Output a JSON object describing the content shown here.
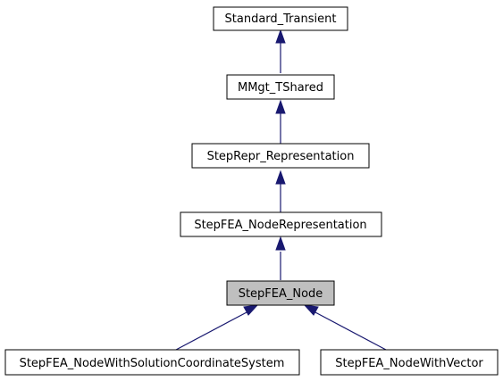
{
  "diagram": {
    "nodes": {
      "standard_transient": "Standard_Transient",
      "mmgt_tshared": "MMgt_TShared",
      "steprepr_representation": "StepRepr_Representation",
      "stepfea_noderepresentation": "StepFEA_NodeRepresentation",
      "stepfea_node": "StepFEA_Node",
      "stepfea_nodewithsolutioncoordinatesystem": "StepFEA_NodeWithSolutionCoordinateSystem",
      "stepfea_nodewithvector": "StepFEA_NodeWithVector"
    },
    "highlighted_node": "stepfea_node",
    "colors": {
      "node_fill": "#ffffff",
      "highlight_fill": "#bfbfbf",
      "border": "#000000",
      "edge": "#191970"
    }
  }
}
